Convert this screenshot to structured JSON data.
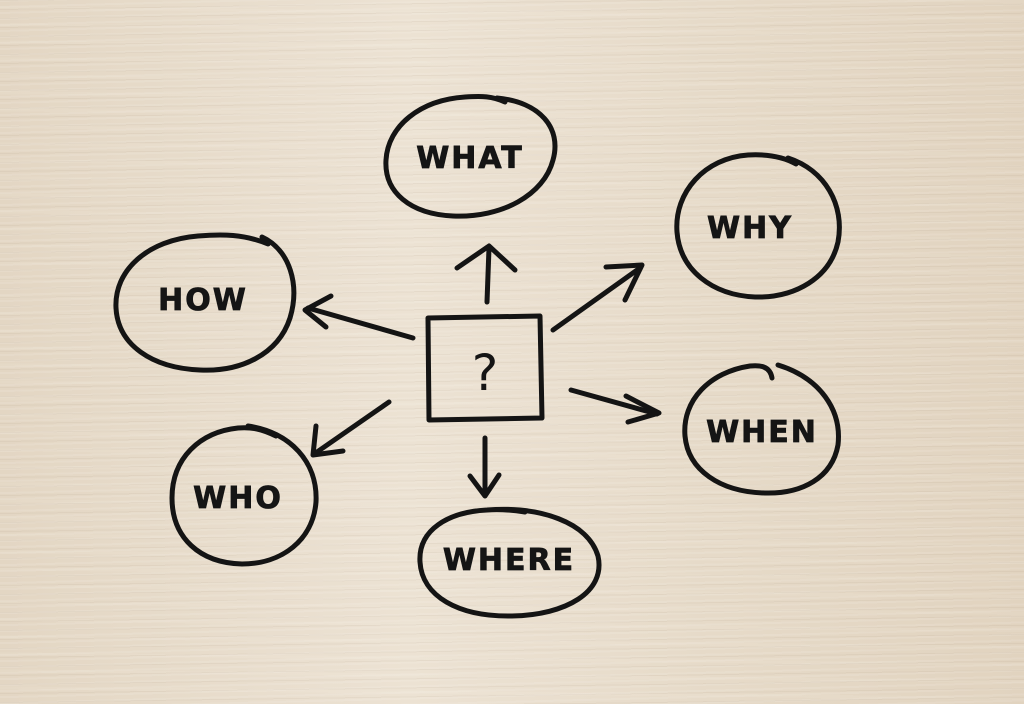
{
  "diagram": {
    "center": {
      "label": "?"
    },
    "nodes": [
      {
        "id": "what",
        "label": "WHAT"
      },
      {
        "id": "why",
        "label": "WHY"
      },
      {
        "id": "how",
        "label": "HOW"
      },
      {
        "id": "when",
        "label": "WHEN"
      },
      {
        "id": "who",
        "label": "WHO"
      },
      {
        "id": "where",
        "label": "WHERE"
      }
    ],
    "ink_color": "#141414",
    "background_color": "#e8dccb"
  }
}
